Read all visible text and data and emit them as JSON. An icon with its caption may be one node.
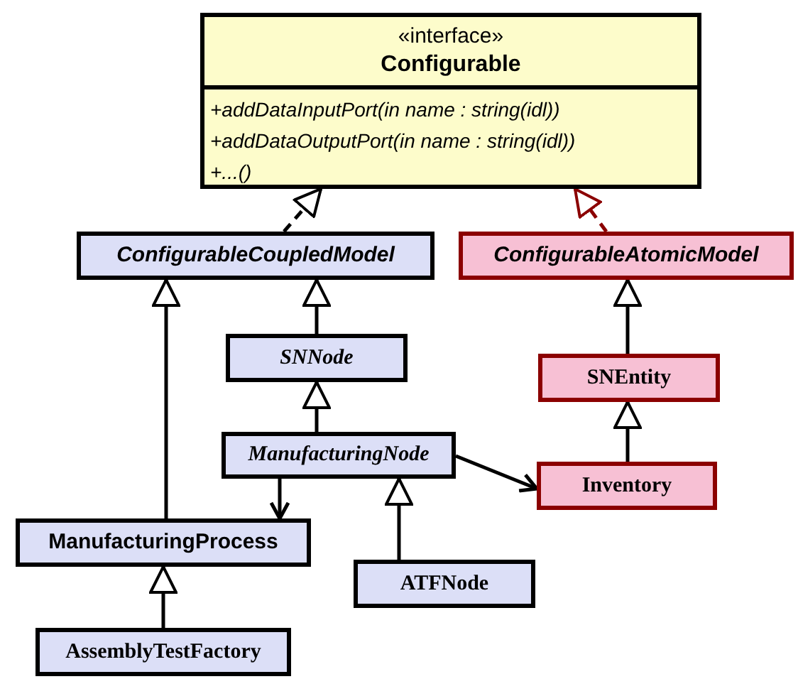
{
  "diagram": {
    "nodes": [
      {
        "text": [
          "«interface»",
          "Configurable",
          "+addDataInputPort(in name : string(idl))",
          "+addDataOutputPort(in name : string(idl))",
          "+...()"
        ]
      },
      {
        "text": [
          "ConfigurableCoupledModel"
        ]
      },
      {
        "text": [
          "ConfigurableAtomicModel"
        ]
      },
      {
        "text": [
          "SNNode"
        ]
      },
      {
        "text": [
          "SNEntity"
        ]
      },
      {
        "text": [
          "ManufacturingNode"
        ]
      },
      {
        "text": [
          "Inventory"
        ]
      },
      {
        "text": [
          "ManufacturingProcess"
        ]
      },
      {
        "text": [
          "ATFNode"
        ]
      },
      {
        "text": [
          "AssemblyTestFactory"
        ]
      }
    ],
    "edges": [
      {
        "from": 1,
        "to": 0,
        "arrow": "to",
        "style": "dashed"
      },
      {
        "from": 2,
        "to": 0,
        "arrow": "to",
        "style": "dashed",
        "color": "#8b0000"
      },
      {
        "from": 7,
        "to": 1,
        "arrow": "to"
      },
      {
        "from": 3,
        "to": 1,
        "arrow": "to"
      },
      {
        "from": 4,
        "to": 2,
        "arrow": "to"
      },
      {
        "from": 5,
        "to": 3,
        "arrow": "to"
      },
      {
        "from": 6,
        "to": 4,
        "arrow": "to"
      },
      {
        "from": 5,
        "to": 7,
        "arrow": "to"
      },
      {
        "from": 5,
        "to": 6,
        "arrow": "to"
      },
      {
        "from": 8,
        "to": 5,
        "arrow": "to"
      },
      {
        "from": 9,
        "to": 7,
        "arrow": "to"
      }
    ]
  }
}
